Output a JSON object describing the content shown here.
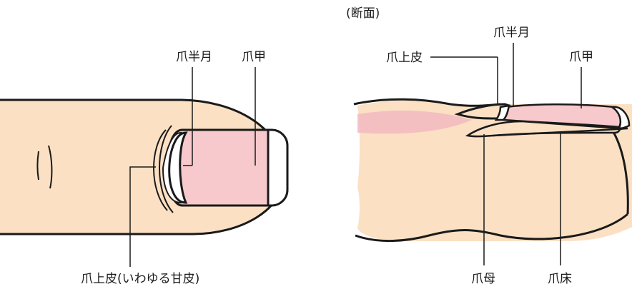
{
  "colors": {
    "skin": "#fbe0c4",
    "nail": "#f7c9cc",
    "cuticle_pink": "#f2b7c0",
    "outline": "#1a1a1a"
  },
  "left_figure": {
    "labels": {
      "lunula": "爪半月",
      "nail_plate": "爪甲",
      "cuticle": "爪上皮(いわゆる甘皮)"
    }
  },
  "right_figure": {
    "section_title": "(断面)",
    "labels": {
      "cuticle": "爪上皮",
      "lunula": "爪半月",
      "nail_plate": "爪甲",
      "matrix": "爪母",
      "nail_bed": "爪床"
    }
  }
}
